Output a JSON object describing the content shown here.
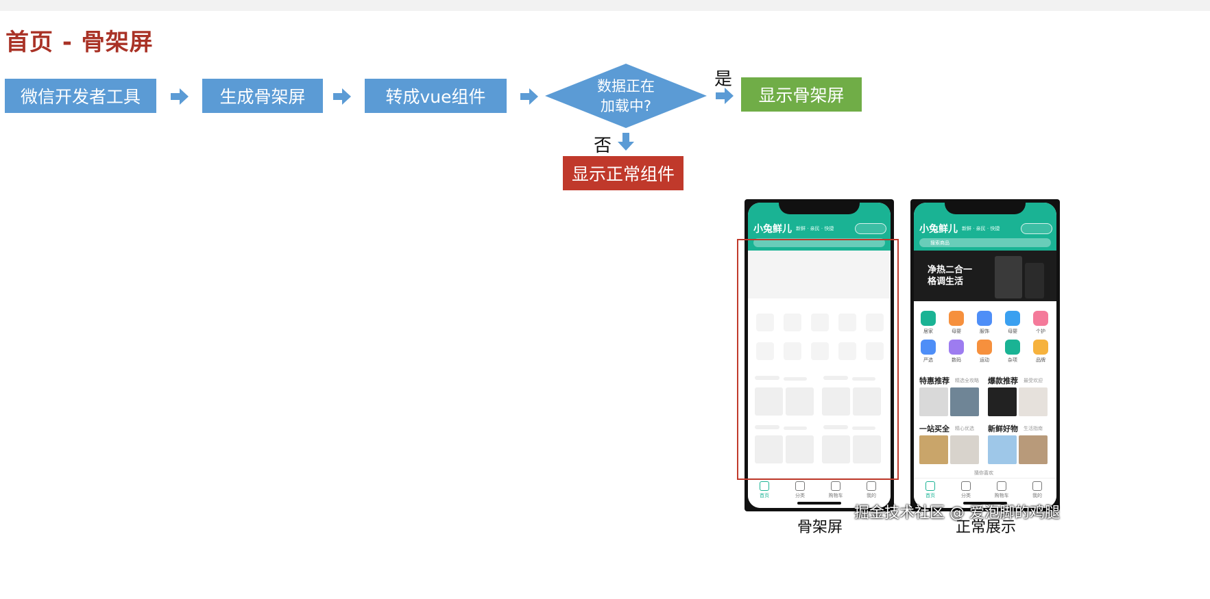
{
  "slide": {
    "title": "首页 - 骨架屏"
  },
  "flow": {
    "step1": "微信开发者工具",
    "step2": "生成骨架屏",
    "step3": "转成vue组件",
    "decision_line1": "数据正在",
    "decision_line2": "加载中?",
    "yes_label": "是",
    "yes_result": "显示骨架屏",
    "no_label": "否",
    "no_result": "显示正常组件"
  },
  "colors": {
    "title": "#a93226",
    "step": "#5b9bd5",
    "yes": "#70ad47",
    "no": "#c0392b",
    "teal": "#1ab394"
  },
  "phones": {
    "skeleton_caption": "骨架屏",
    "normal_caption": "正常展示",
    "app_name": "小兔鲜儿",
    "app_tags": "新鲜 · 亲民 · 快捷",
    "search_placeholder": "搜索商品",
    "banner_line1": "净热二合一",
    "banner_line2": "格调生活",
    "categories": [
      "居家",
      "母婴",
      "服饰",
      "母婴",
      "个护",
      "严选",
      "数码",
      "运动",
      "杂项",
      "品牌"
    ],
    "sections": [
      {
        "title": "特惠推荐",
        "sub": "精选全攻略"
      },
      {
        "title": "爆款推荐",
        "sub": "最受欢迎"
      },
      {
        "title": "一站买全",
        "sub": "精心优选"
      },
      {
        "title": "新鲜好物",
        "sub": "生活指南"
      }
    ],
    "more_text": "猜你喜欢",
    "tabs": [
      "首页",
      "分类",
      "购物车",
      "我的"
    ]
  },
  "watermark": "掘金技术社区 @ 爱泡脚的鸡腿"
}
